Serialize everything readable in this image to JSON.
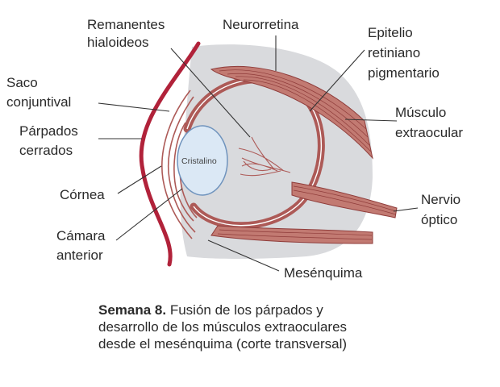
{
  "colors": {
    "outline": "#b1223a",
    "wall": "#ad5a57",
    "muscle": "#c27a72",
    "muscle_stripe": "#8f3c3a",
    "mesenchyme": "#d9dadd",
    "lens_fill": "#dbe8f5",
    "lens_stroke": "#6f93bd",
    "leader": "#333333",
    "text": "#2a2a2a"
  },
  "labels": {
    "remanentes": [
      "Remanentes",
      "hialoideos"
    ],
    "neurorretina": [
      "Neurorretina"
    ],
    "epitelio": [
      "Epitelio",
      "retiniano",
      "pigmentario"
    ],
    "saco": [
      "Saco",
      "conjuntival"
    ],
    "musculo": [
      "Músculo",
      "extraocular"
    ],
    "parpados": [
      "Párpados",
      "cerrados"
    ],
    "cristalino": [
      "Cristalino"
    ],
    "cornea": [
      "Córnea"
    ],
    "nervio": [
      "Nervio",
      "óptico"
    ],
    "camara": [
      "Cámara",
      "anterior"
    ],
    "mesenquima": [
      "Mesénquima"
    ]
  },
  "caption": {
    "bold": "Semana 8.",
    "line1": " Fusión de los párpados y",
    "line2": "desarrollo de los músculos extraoculares",
    "line3": "desde el mesénquima (corte transversal)"
  }
}
